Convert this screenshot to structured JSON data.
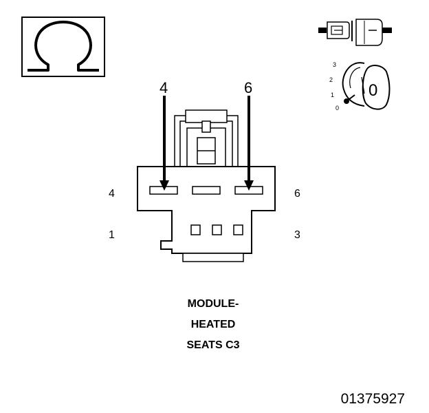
{
  "symbol": {
    "name": "ohm-icon",
    "glyph": "Ω"
  },
  "connector": {
    "title_lines": [
      "MODULE-",
      "HEATED",
      "SEATS C3"
    ],
    "arrow_labels": {
      "left": "4",
      "right": "6"
    },
    "pin_labels": {
      "top_left": "4",
      "top_right": "6",
      "bottom_left": "1",
      "bottom_right": "3"
    }
  },
  "meter": {
    "scale_labels": [
      "3",
      "2",
      "1",
      "0"
    ],
    "display_value": "0"
  },
  "document_id": "01375927"
}
